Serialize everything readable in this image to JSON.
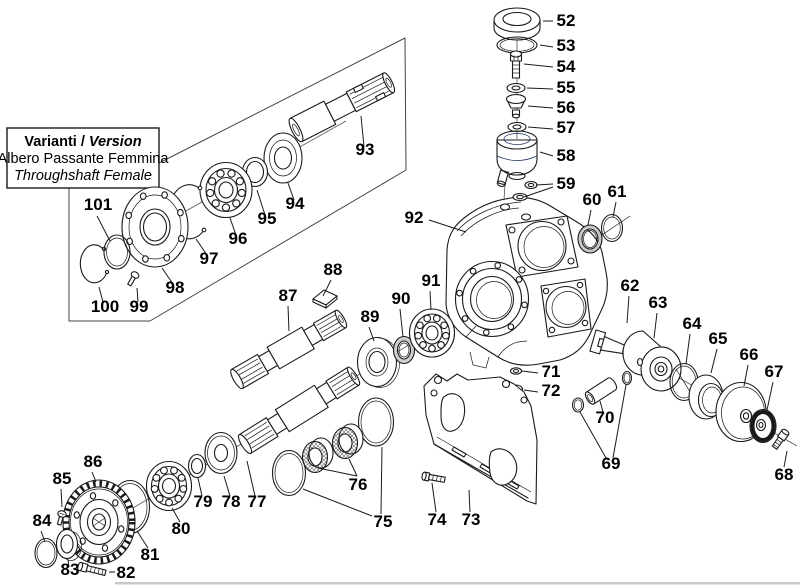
{
  "variant_box": {
    "title_left": "Varianti / ",
    "title_right": "Version",
    "line2": "Albero Passante Femmina",
    "line3": "Throughshaft Female"
  },
  "colors": {
    "highlight_top": "#9db8ea",
    "highlight_inner": "#b9cdf3",
    "highlight_body": "#5d83d9",
    "highlight_dark": "#4a70c8"
  },
  "highlighted_part": "58",
  "parts": [
    {
      "number": "52"
    },
    {
      "number": "53"
    },
    {
      "number": "54"
    },
    {
      "number": "55"
    },
    {
      "number": "56"
    },
    {
      "number": "57"
    },
    {
      "number": "58"
    },
    {
      "number": "59"
    },
    {
      "number": "60"
    },
    {
      "number": "61"
    },
    {
      "number": "62"
    },
    {
      "number": "63"
    },
    {
      "number": "64"
    },
    {
      "number": "65"
    },
    {
      "number": "66"
    },
    {
      "number": "67"
    },
    {
      "number": "68"
    },
    {
      "number": "69"
    },
    {
      "number": "70"
    },
    {
      "number": "71"
    },
    {
      "number": "72"
    },
    {
      "number": "73"
    },
    {
      "number": "74"
    },
    {
      "number": "75"
    },
    {
      "number": "76"
    },
    {
      "number": "77"
    },
    {
      "number": "78"
    },
    {
      "number": "79"
    },
    {
      "number": "80"
    },
    {
      "number": "81"
    },
    {
      "number": "82"
    },
    {
      "number": "83"
    },
    {
      "number": "84"
    },
    {
      "number": "85"
    },
    {
      "number": "86"
    },
    {
      "number": "87"
    },
    {
      "number": "88"
    },
    {
      "number": "89"
    },
    {
      "number": "90"
    },
    {
      "number": "91"
    },
    {
      "number": "92"
    },
    {
      "number": "93"
    },
    {
      "number": "94"
    },
    {
      "number": "95"
    },
    {
      "number": "96"
    },
    {
      "number": "97"
    },
    {
      "number": "98"
    },
    {
      "number": "99"
    },
    {
      "number": "100"
    },
    {
      "number": "101"
    }
  ]
}
